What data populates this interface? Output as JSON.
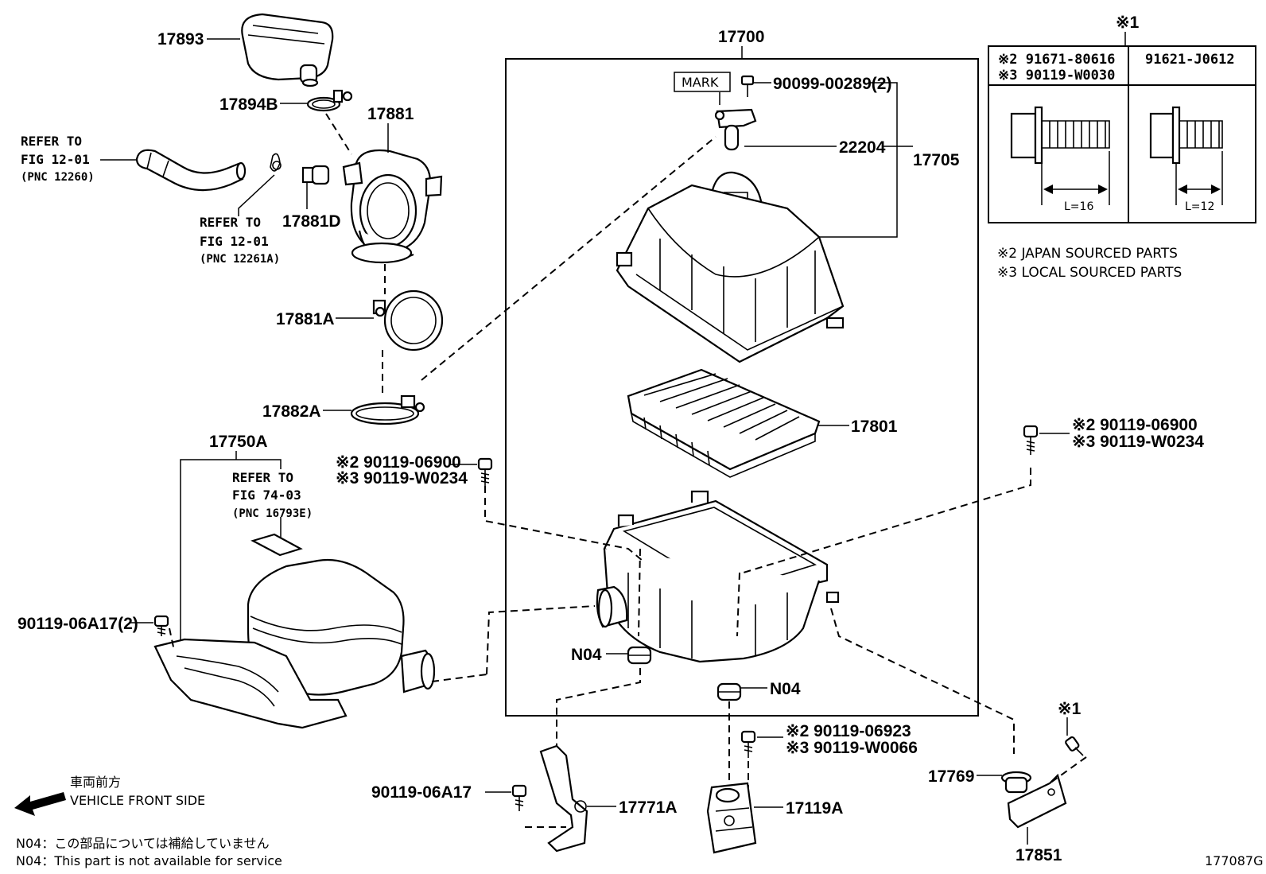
{
  "labels": {
    "p17893": "17893",
    "p17894B": "17894B",
    "p17881": "17881",
    "p17881D": "17881D",
    "p17881A": "17881A",
    "p17882A": "17882A",
    "p17750A": "17750A",
    "p17700": "17700",
    "p22204": "22204",
    "p17705": "17705",
    "p17801": "17801",
    "p17771A": "17771A",
    "p17119A": "17119A",
    "p17769": "17769",
    "p17851": "17851",
    "n04_a": "N04",
    "n04_b": "N04",
    "mark": "MARK",
    "b_9009900289": "90099-00289(2)",
    "b_9011906A17_2": "90119-06A17(2)",
    "b_9011906A17": "90119-06A17",
    "left_bolt_a": "※2 90119-06900",
    "left_bolt_b": "※3 90119-W0234",
    "right_bolt_a": "※2 90119-06900",
    "right_bolt_b": "※3 90119-W0234",
    "bottom_bolt_a": "※2 90119-06923",
    "bottom_bolt_b": "※3 90119-W0066",
    "ref1_a": "REFER TO",
    "ref1_b": "FIG 12-01",
    "ref1_c": "(PNC 12260)",
    "ref2_a": "REFER TO",
    "ref2_b": "FIG 12-01",
    "ref2_c": "(PNC 12261A)",
    "ref3_a": "REFER TO",
    "ref3_b": "FIG 74-03",
    "ref3_c": "(PNC 16793E)",
    "star1_top": "※1",
    "star1_bottom": "※1",
    "front_jp": "車両前方",
    "front_en": "VEHICLE FRONT SIDE",
    "n04_note_jp": "N04：この部品については補給していません",
    "n04_note_en": "N04：This part is not available for service",
    "figure_id": "177087G"
  },
  "table": {
    "col1_line1": "※2 91671-80616",
    "col1_line2": "※3 90119-W0030",
    "col2_line1": "91621-J0612",
    "col1_length": "L=16",
    "col2_length": "L=12"
  },
  "legend": {
    "note2": "※2 JAPAN SOURCED PARTS",
    "note3": "※3 LOCAL SOURCED PARTS"
  }
}
